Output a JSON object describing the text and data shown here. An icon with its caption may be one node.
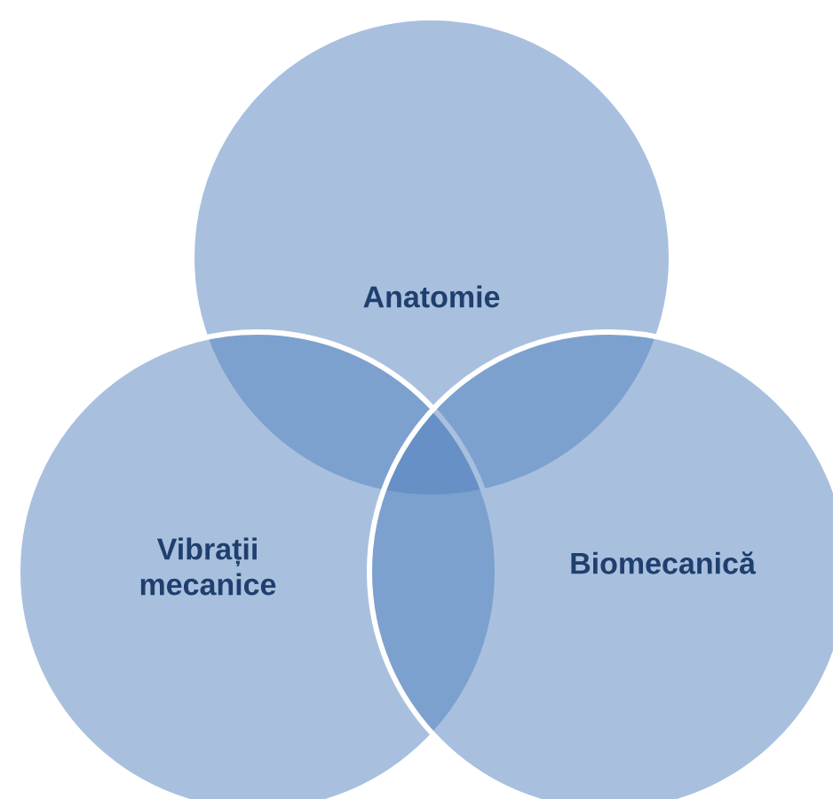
{
  "diagram": {
    "nodes": [
      {
        "text": [
          "Anatomie"
        ]
      },
      {
        "text": [
          "Vibrații mecanice"
        ]
      },
      {
        "text": [
          "Biomecanică"
        ]
      }
    ]
  }
}
